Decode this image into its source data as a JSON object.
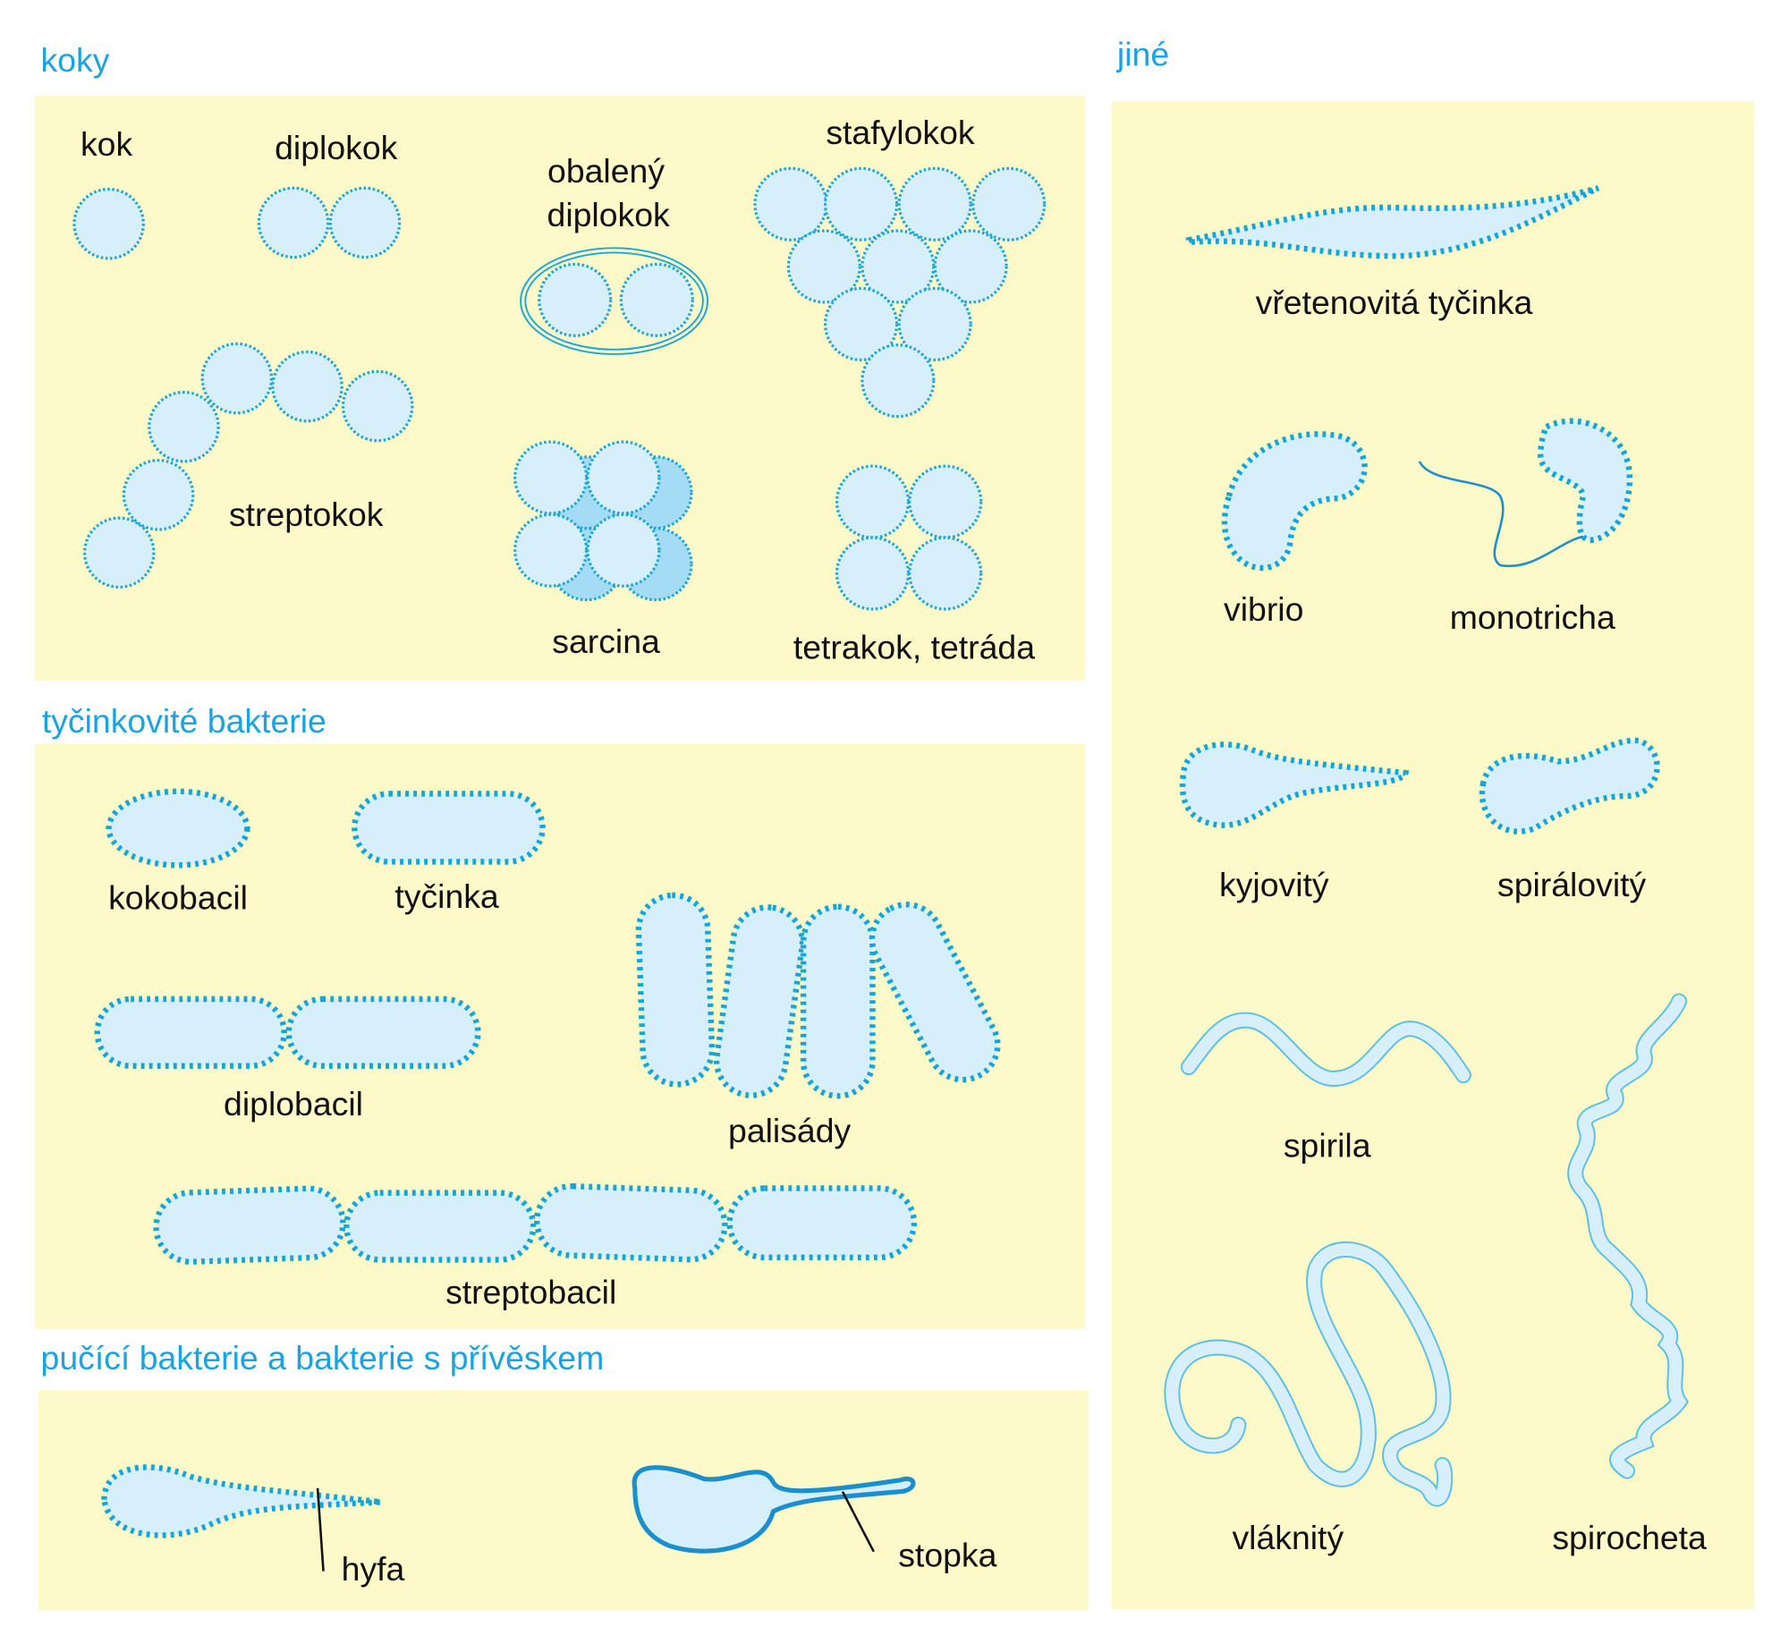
{
  "sections": {
    "cocci": {
      "title": "koky",
      "labels": {
        "kok": "kok",
        "diplokok": "diplokok",
        "obaleny_1": "obalený",
        "obaleny_2": "diplokok",
        "stafylokok": "stafylokok",
        "streptokok": "streptokok",
        "sarcina": "sarcina",
        "tetrakok": "tetrakok, tetráda"
      }
    },
    "rods": {
      "title": "tyčinkovité bakterie",
      "labels": {
        "kokobacil": "kokobacil",
        "tycinka": "tyčinka",
        "diplobacil": "diplobacil",
        "palisady": "palisády",
        "streptobacil": "streptobacil"
      }
    },
    "budding": {
      "title": "pučící bakterie a bakterie s přívěskem",
      "labels": {
        "hyfa": "hyfa",
        "stopka": "stopka"
      }
    },
    "other": {
      "title": "jiné",
      "labels": {
        "vretenovita": "vřetenovitá tyčinka",
        "vibrio": "vibrio",
        "monotricha": "monotricha",
        "kyjovity": "kyjovitý",
        "spiralovity": "spirálovitý",
        "spirila": "spirila",
        "vlaknity": "vláknitý",
        "spirocheta": "spirocheta"
      }
    }
  },
  "colors": {
    "panel": "#fdf9c9",
    "cell_fill": "#d6effa",
    "cell_stroke": "#1ba7d9",
    "heading": "#1aa3e0"
  }
}
